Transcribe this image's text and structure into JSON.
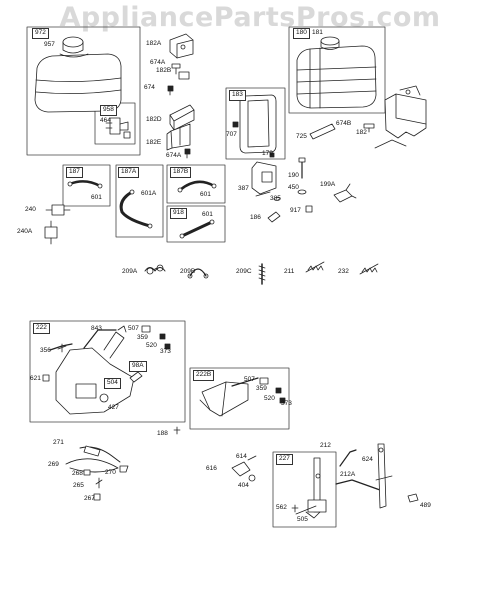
{
  "watermark": "AppliancePartsPros.com",
  "labels": {
    "p972": "972",
    "p957": "957",
    "p958": "958",
    "p464": "464",
    "p182A": "182A",
    "p674A_1": "674A",
    "p182B": "182B",
    "p674": "674",
    "p182D": "182D",
    "p182E": "182E",
    "p674A_2": "674A",
    "p180": "180",
    "p181": "181",
    "p183": "183",
    "p707": "707",
    "p179": "179",
    "p725": "725",
    "p674B": "674B",
    "p182": "182",
    "p187": "187",
    "p601_1": "601",
    "p187A": "187A",
    "p601A": "601A",
    "p187B": "187B",
    "p601_2": "601",
    "p918": "918",
    "p601_3": "601",
    "p240": "240",
    "p240A": "240A",
    "p190": "190",
    "p450": "450",
    "p385": "385",
    "p387": "387",
    "p199A": "199A",
    "p186": "186",
    "p917": "917",
    "p209A": "209A",
    "p209B": "209B",
    "p209C": "209C",
    "p211": "211",
    "p232": "232",
    "p222": "222",
    "p843": "843",
    "p507_1": "507",
    "p359_1": "359",
    "p520_1": "520",
    "p373_1": "373",
    "p356": "356",
    "p621": "621",
    "p98A": "98A",
    "p504": "504",
    "p427": "427",
    "p188": "188",
    "p222B": "222B",
    "p507_2": "507",
    "p359_2": "359",
    "p520_2": "520",
    "p373_2": "373",
    "p271": "271",
    "p269": "269",
    "p268": "268",
    "p270": "270",
    "p265": "265",
    "p267": "267",
    "p614": "614",
    "p616": "616",
    "p404": "404",
    "p227": "227",
    "p212": "212",
    "p624": "624",
    "p212A": "212A",
    "p562": "562",
    "p505": "505",
    "p489": "489"
  }
}
